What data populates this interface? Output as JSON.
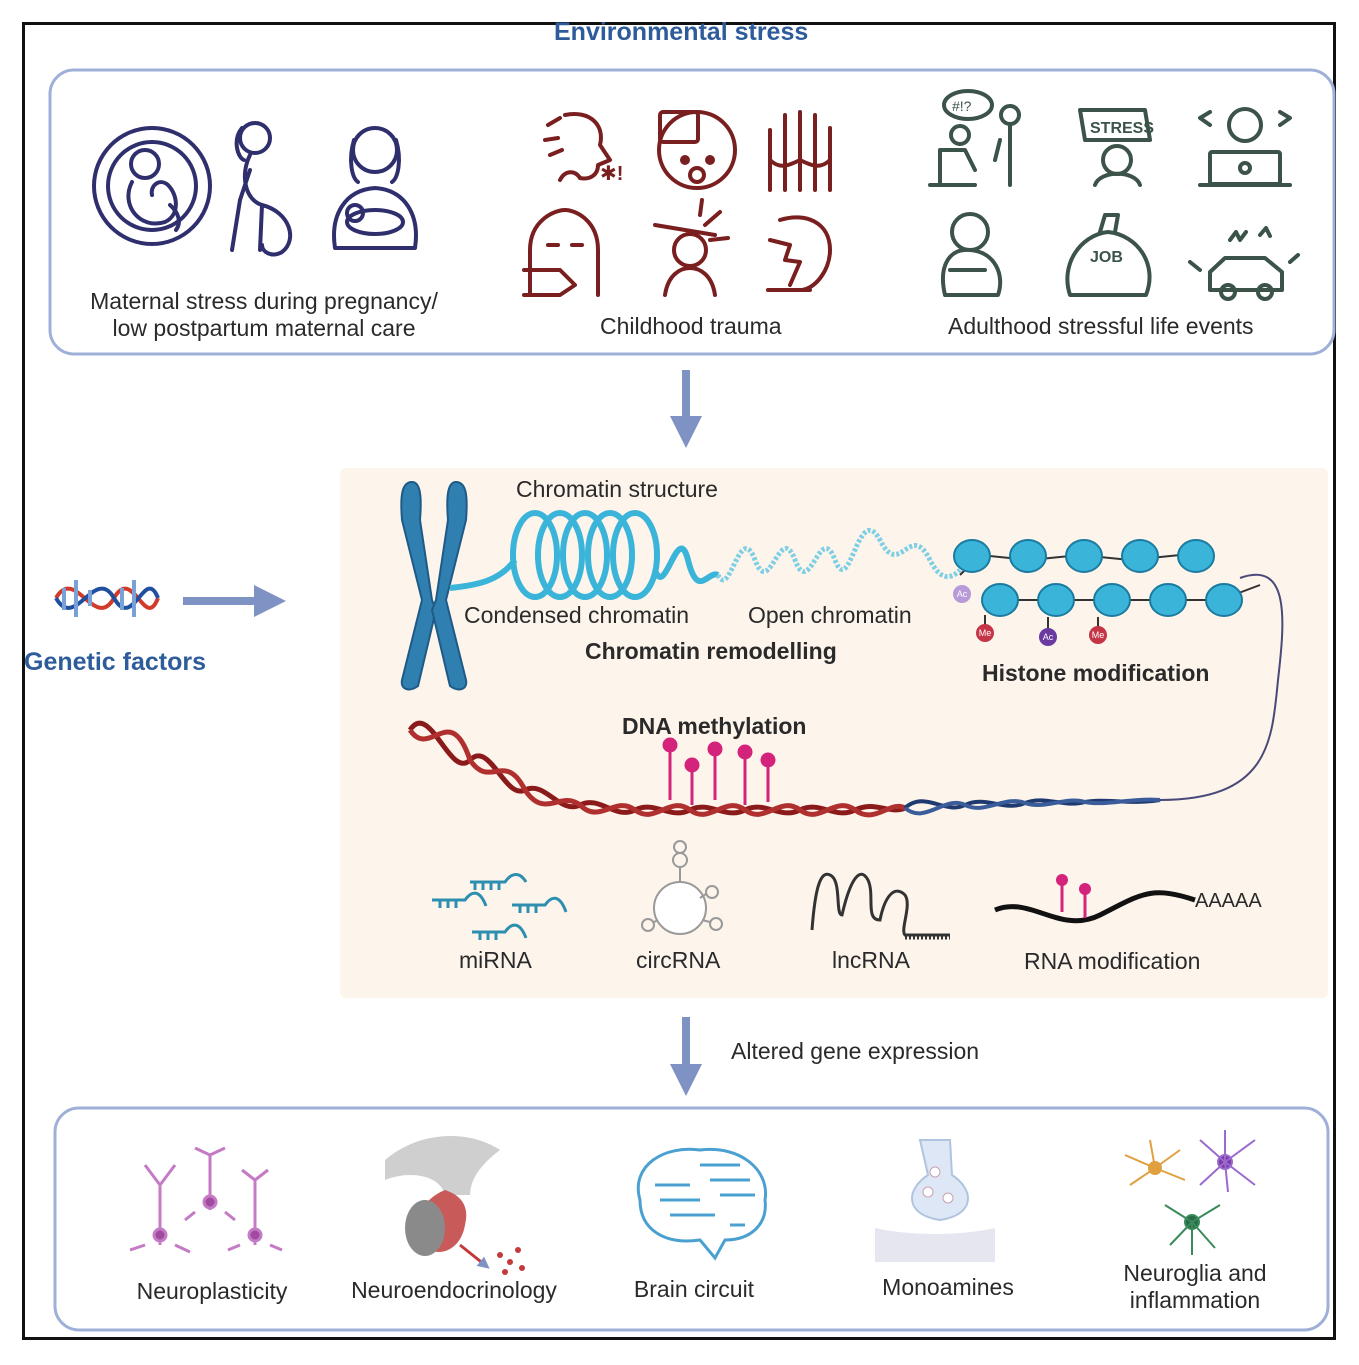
{
  "title": "Environmental stress",
  "stress_sources": {
    "maternal_line1": "Maternal stress during pregnancy/",
    "maternal_line2": "low postpartum maternal care",
    "childhood": "Childhood trauma",
    "adulthood": "Adulthood stressful life events",
    "stress_sign": "STRESS",
    "job_sign": "JOB"
  },
  "genetic": {
    "label": "Genetic factors"
  },
  "epigenetics": {
    "chromatin_structure": "Chromatin structure",
    "condensed": "Condensed chromatin",
    "open": "Open chromatin",
    "remodelling": "Chromatin remodelling",
    "histone": "Histone modification",
    "dna_methylation": "DNA methylation",
    "histone_marks": [
      "Ac",
      "Me",
      "Ac",
      "Me"
    ],
    "ncrna": [
      "miRNA",
      "circRNA",
      "lncRNA",
      "RNA modification"
    ],
    "polya": "AAAAA"
  },
  "altered": "Altered gene expression",
  "outcomes": [
    {
      "line1": "Neuroplasticity",
      "line2": ""
    },
    {
      "line1": "Neuroendocrinology",
      "line2": ""
    },
    {
      "line1": "Brain circuit",
      "line2": ""
    },
    {
      "line1": "Monoamines",
      "line2": ""
    },
    {
      "line1": "Neuroglia and",
      "line2": "inflammation"
    }
  ],
  "colors": {
    "panel_border": "#9fb0d8",
    "arrow": "#7f92c4",
    "maternal_icons": "#2f2f6e",
    "childhood_icons": "#7a1f1f",
    "adult_icons": "#3b5348",
    "chromatin": "#3ab4d8",
    "dna_red": "#8b1a1a",
    "dna_navy": "#1e3a6e",
    "methyl": "#d4237a",
    "panel_bg": "#fdf4ec",
    "title_blue": "#2e5c9a"
  }
}
